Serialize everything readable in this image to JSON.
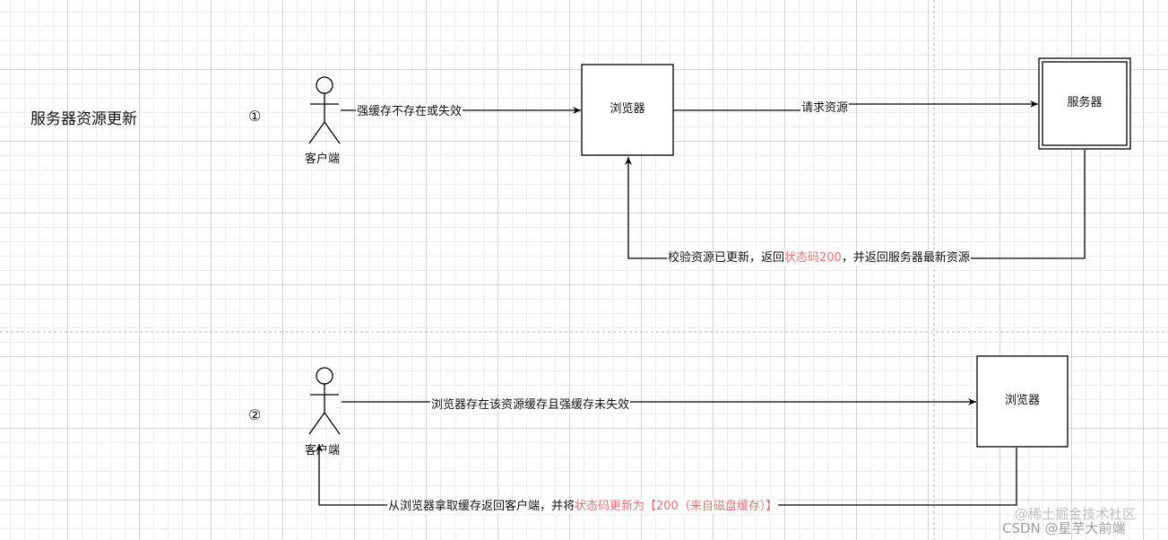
{
  "section1": {
    "title": "服务器资源更新",
    "step": "①",
    "client_label": "客户端",
    "browser_label": "浏览器",
    "server_label": "服务器",
    "edge_client_browser": "强缓存不存在或失效",
    "edge_browser_server": "请求资源",
    "edge_return": {
      "prefix": "校验资源已更新，返回",
      "highlight": "状态码200",
      "suffix": "，并返回服务器最新资源"
    }
  },
  "section2": {
    "step": "②",
    "client_label": "客户端",
    "browser_label": "浏览器",
    "edge_client_browser": "浏览器存在该资源缓存且强缓存未失效",
    "edge_return": {
      "prefix": "从浏览器拿取缓存返回客户端，并将",
      "highlight": "状态码更新为【200（来自磁盘缓存）】"
    }
  },
  "watermark": "@稀土掘金技术社区",
  "watermark2": "CSDN @星芋大前端",
  "colors": {
    "highlight": "#e57373",
    "line": "#000000",
    "divider": "#b0b0b0"
  }
}
